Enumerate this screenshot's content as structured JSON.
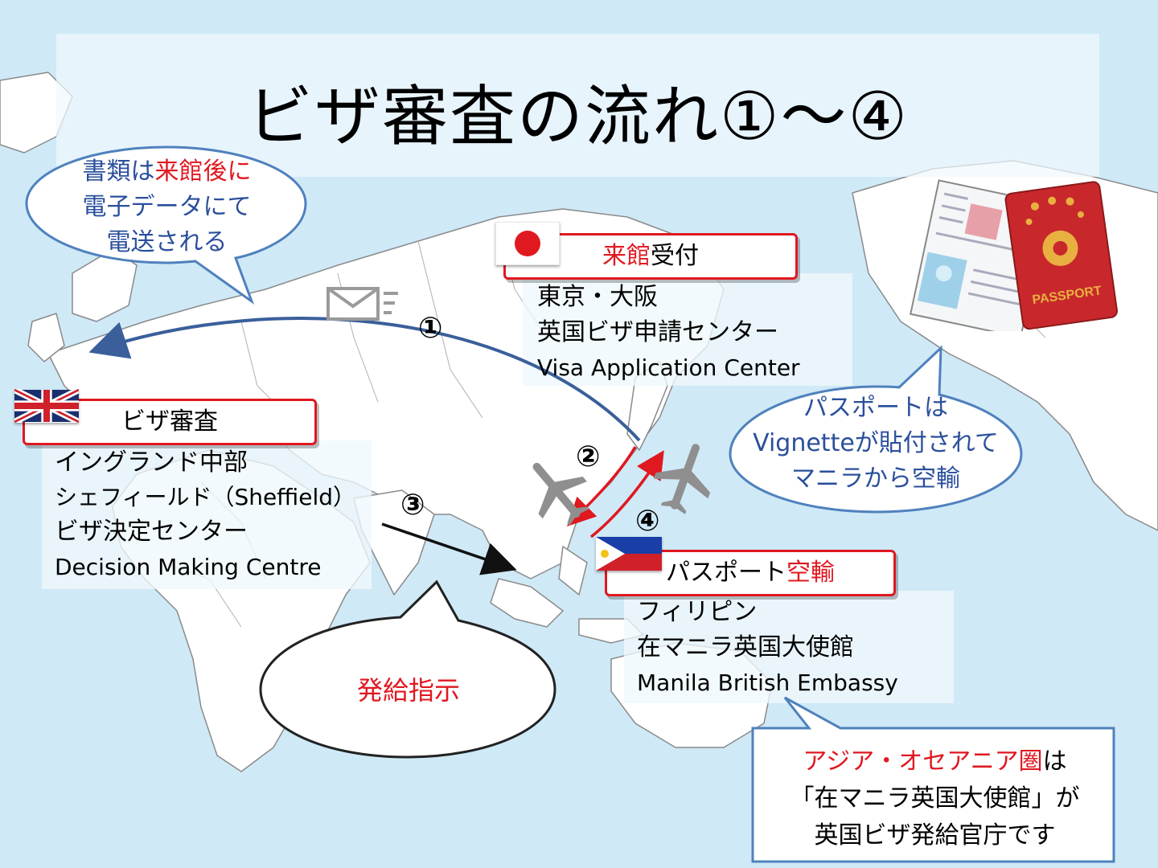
{
  "title": "ビザ審査の流れ①～④",
  "bubble_top_left": {
    "line1_a": "書類は",
    "line1_b": "来館後に",
    "line2": "電子データにて",
    "line3": "電送される"
  },
  "japan": {
    "label_a": "来館",
    "label_b": "受付",
    "city": "東京・大阪",
    "center_jp": "英国ビザ申請センター",
    "center_en": "Visa Application Center"
  },
  "uk": {
    "label": "ビザ審査",
    "region": "イングランド中部",
    "city": "シェフィールド（Sheffield）",
    "center_jp": "ビザ決定センター",
    "center_en": "Decision Making Centre"
  },
  "philippines": {
    "label_a": "パスポート",
    "label_b": "空輸",
    "country": "フィリピン",
    "embassy_jp": "在マニラ英国大使館",
    "embassy_en": "Manila British Embassy"
  },
  "bubble_right": {
    "line1": "パスポートは",
    "line2": "Vignetteが貼付されて",
    "line3": "マニラから空輸"
  },
  "bubble_issue": "発給指示",
  "note_box": {
    "line1_a": "アジア・オセアニア圏",
    "line1_b": "は",
    "line2": "「在マニラ英国大使館」が",
    "line3": "英国ビザ発給官庁です"
  },
  "steps": [
    "①",
    "②",
    "③",
    "④"
  ],
  "passport_text": "PASSPORT",
  "colors": {
    "red": "#e01820",
    "blue_text": "#2a4f9c",
    "arrow_blue": "#3a5f9a",
    "ocean": "#cfe9f7"
  }
}
